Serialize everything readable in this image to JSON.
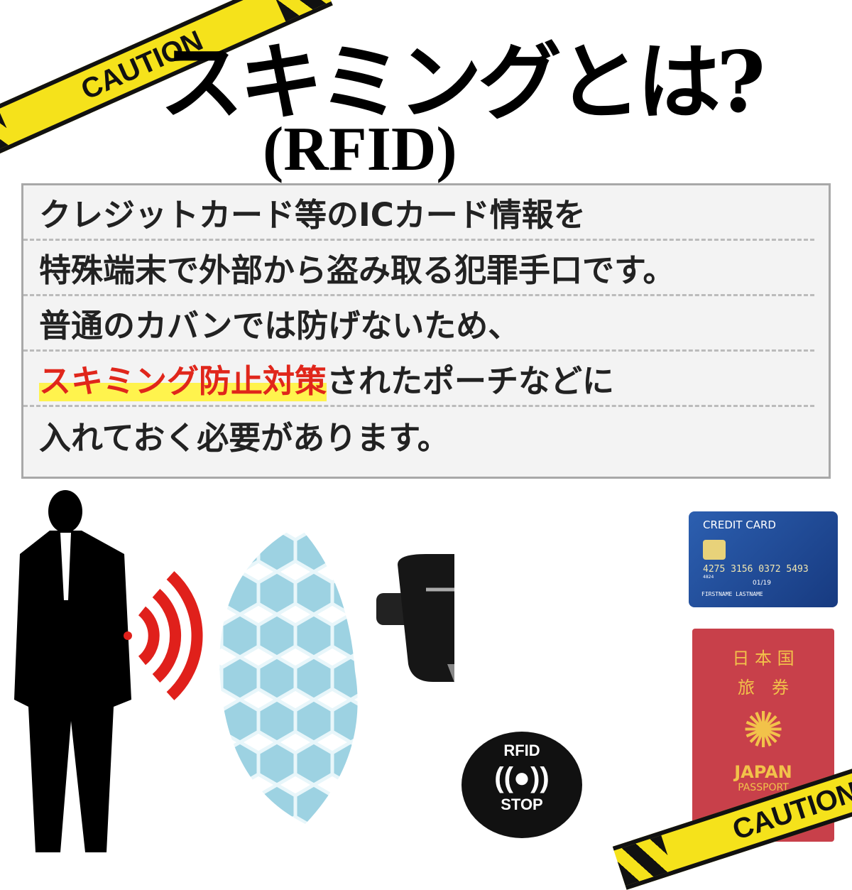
{
  "caution_tapes": [
    "CAUTION",
    "CAUTION"
  ],
  "title": "スキミングとは?",
  "subtitle": "(RFID)",
  "description": {
    "lines": [
      {
        "text": " クレジットカード等のICカード情報を"
      },
      {
        "text": "特殊端末で外部から盗み取る犯罪手口です。"
      },
      {
        "text": " 普通のカバンでは防げないため、"
      },
      {
        "highlight": "スキミング防止対策",
        "text": "されたポーチなどに"
      },
      {
        "text": "入れておく必要があります。"
      }
    ],
    "highlight_color": "#e0261b"
  },
  "rfid_badge": {
    "top": "RFID",
    "bottom": "STOP"
  },
  "credit_card": {
    "label": "CREDIT CARD",
    "number": "4275 3156 0372 5493",
    "small": "4824",
    "expiry": "01/19",
    "name": "FIRSTNAME LASTNAME"
  },
  "passport": {
    "kanji1": "日 本 国",
    "kanji2": "旅　券",
    "country": "JAPAN",
    "label": "PASSPORT"
  }
}
